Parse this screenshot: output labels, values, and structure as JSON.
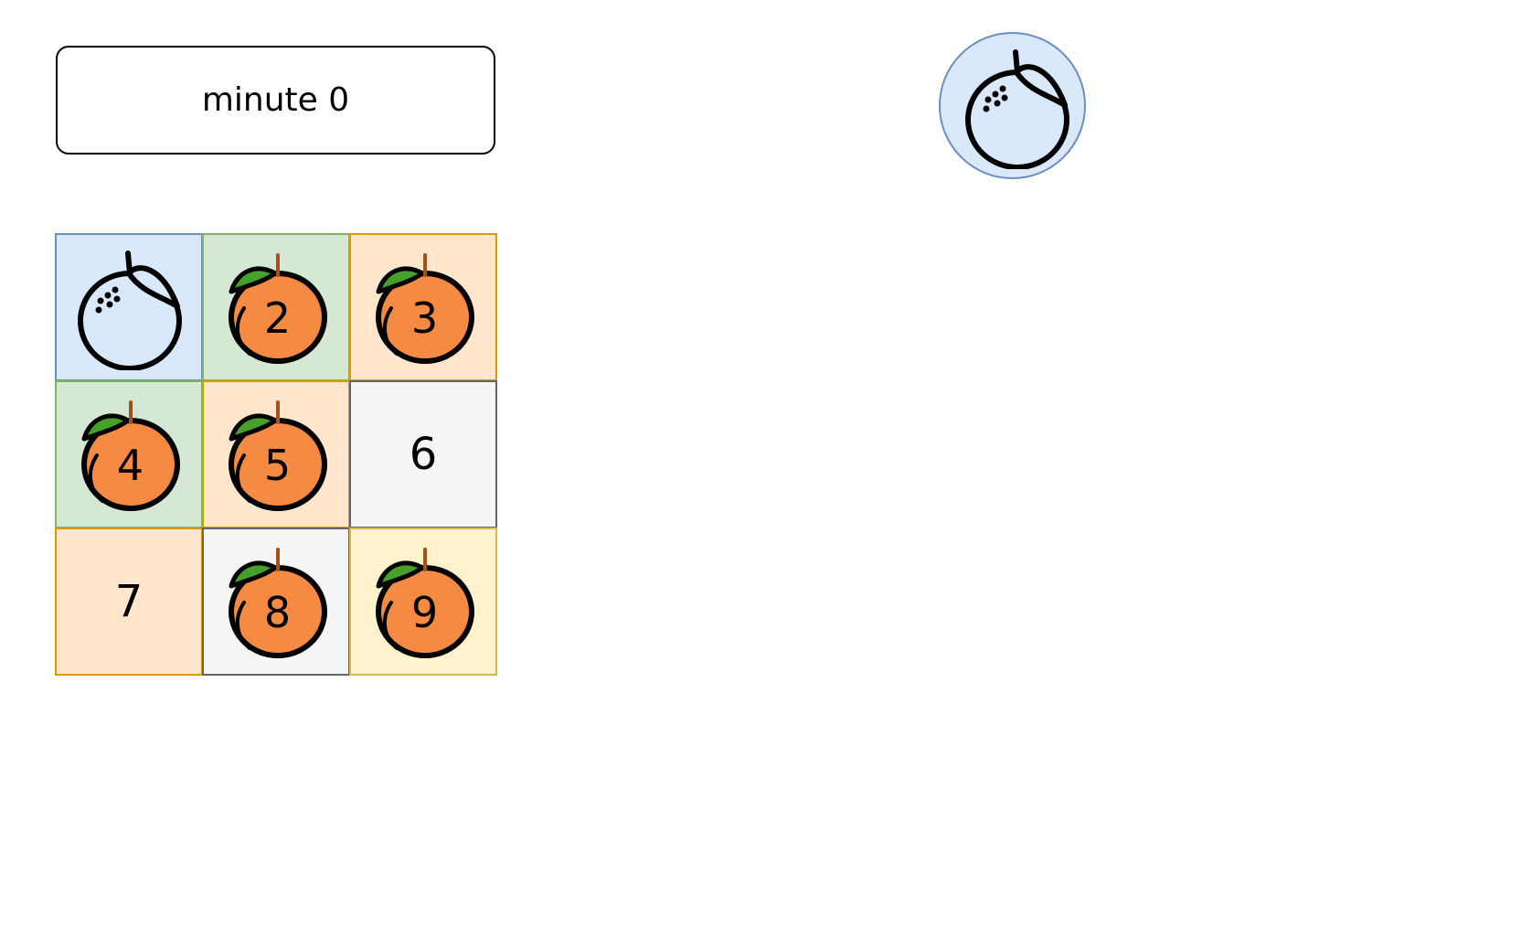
{
  "minute": {
    "label": "minute 0"
  },
  "legend": {
    "icon": "empty-orange-outline-icon"
  },
  "grid": {
    "cells": [
      {
        "number": "",
        "content": "empty-orange-outline-icon",
        "color": "#dae8fc"
      },
      {
        "number": "2",
        "content": "fresh-orange-icon",
        "color": "#d5e8d4"
      },
      {
        "number": "3",
        "content": "fresh-orange-icon",
        "color": "#ffe6cc"
      },
      {
        "number": "4",
        "content": "fresh-orange-icon",
        "color": "#d5e8d4"
      },
      {
        "number": "5",
        "content": "fresh-orange-icon",
        "color": "#ffe6cc"
      },
      {
        "number": "6",
        "content": "none",
        "color": "#f5f5f5"
      },
      {
        "number": "7",
        "content": "none",
        "color": "#ffe6cc"
      },
      {
        "number": "8",
        "content": "fresh-orange-icon",
        "color": "#f5f5f5"
      },
      {
        "number": "9",
        "content": "fresh-orange-icon",
        "color": "#fff2cc"
      }
    ]
  },
  "colors": {
    "fruit_fill": "#f58a42",
    "leaf": "#46a12b",
    "stem": "#a0531e",
    "outline": "#000000"
  }
}
